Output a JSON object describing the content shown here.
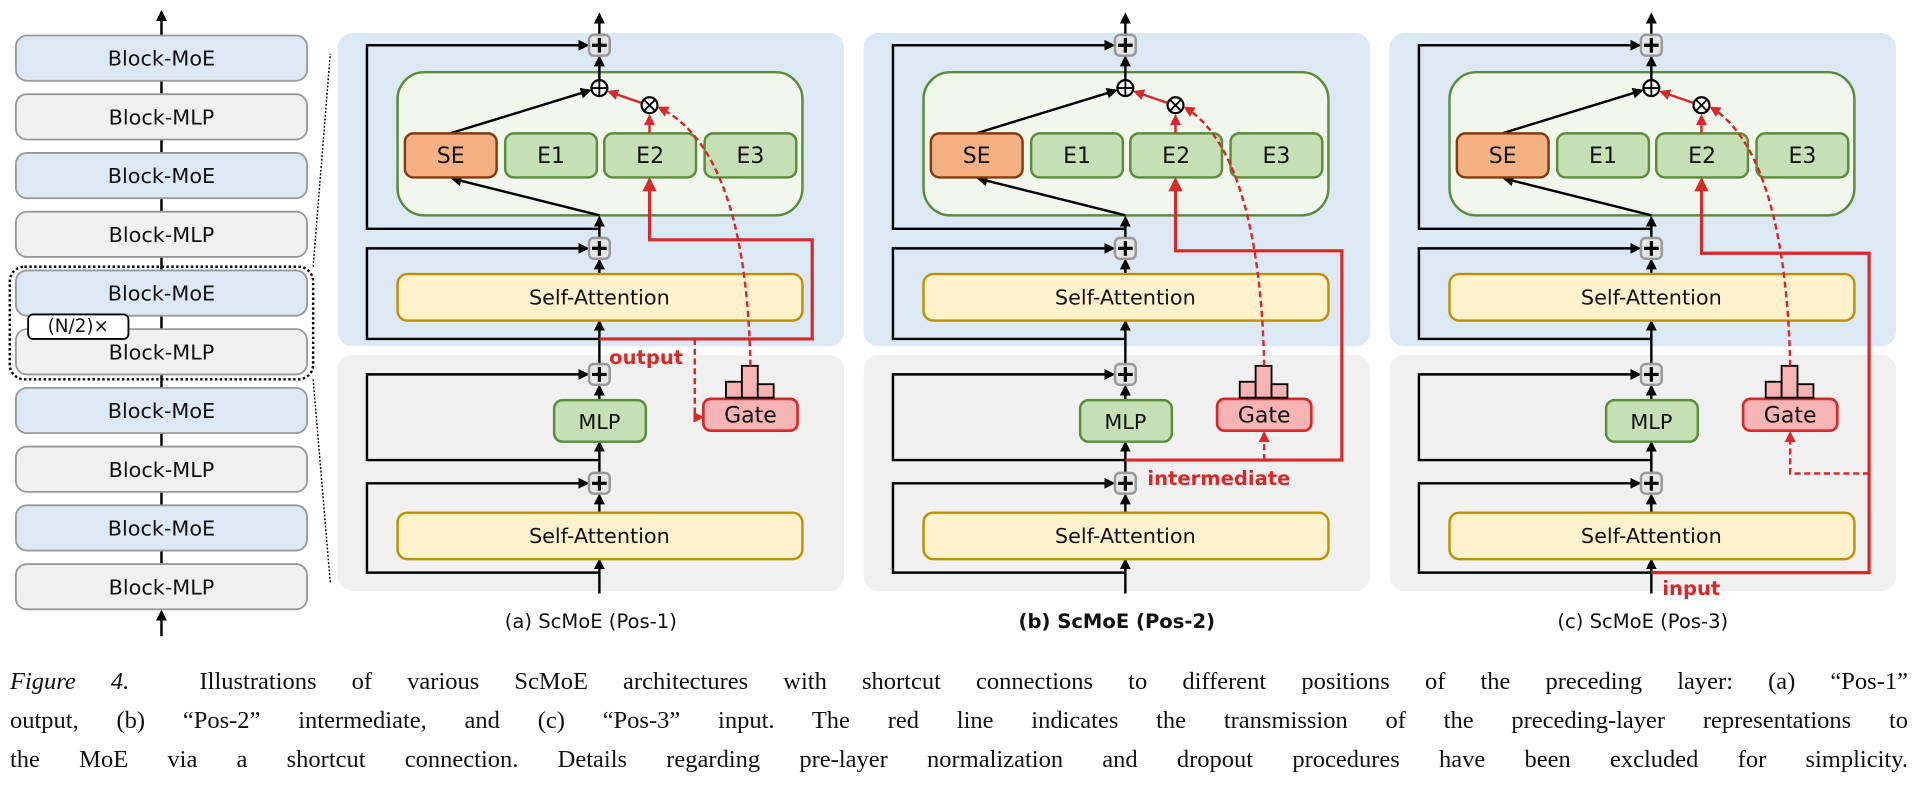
{
  "stack": {
    "blocks": [
      "Block-MoE",
      "Block-MLP",
      "Block-MoE",
      "Block-MLP",
      "Block-MoE",
      "Block-MLP",
      "Block-MoE",
      "Block-MLP",
      "Block-MoE",
      "Block-MLP"
    ],
    "repeat_label": "(N/2)×"
  },
  "panels": [
    {
      "caption": "(a) ScMoE (Pos-1)",
      "caption_bold": false,
      "shortcut_label": "output",
      "experts": [
        "SE",
        "E1",
        "E2",
        "E3"
      ],
      "attention": "Self-Attention",
      "mlp": "MLP",
      "gate": "Gate"
    },
    {
      "caption": "(b) ScMoE (Pos-2)",
      "caption_bold": true,
      "shortcut_label": "intermediate",
      "experts": [
        "SE",
        "E1",
        "E2",
        "E3"
      ],
      "attention": "Self-Attention",
      "mlp": "MLP",
      "gate": "Gate"
    },
    {
      "caption": "(c) ScMoE (Pos-3)",
      "caption_bold": false,
      "shortcut_label": "input",
      "experts": [
        "SE",
        "E1",
        "E2",
        "E3"
      ],
      "attention": "Self-Attention",
      "mlp": "MLP",
      "gate": "Gate"
    }
  ],
  "caption": {
    "figure_label": "Figure 4.",
    "line1": "Illustrations of various ScMoE architectures with shortcut connections to different positions of the preceding layer: (a) “Pos-1”",
    "line2": "output, (b) “Pos-2” intermediate, and (c) “Pos-3” input. The red line indicates the transmission of the preceding-layer representations to",
    "line3": "the MoE via a shortcut connection. Details regarding pre-layer normalization and dropout procedures have been excluded for simplicity."
  },
  "colors": {
    "moe_block": "#dce9f5",
    "mlp_block": "#f0f0f0",
    "expert": "#c5e0b4",
    "shared_expert": "#f4b183",
    "attention": "#fff2cc",
    "gate": "#f8b4b4",
    "shortcut": "#d42a2a"
  }
}
